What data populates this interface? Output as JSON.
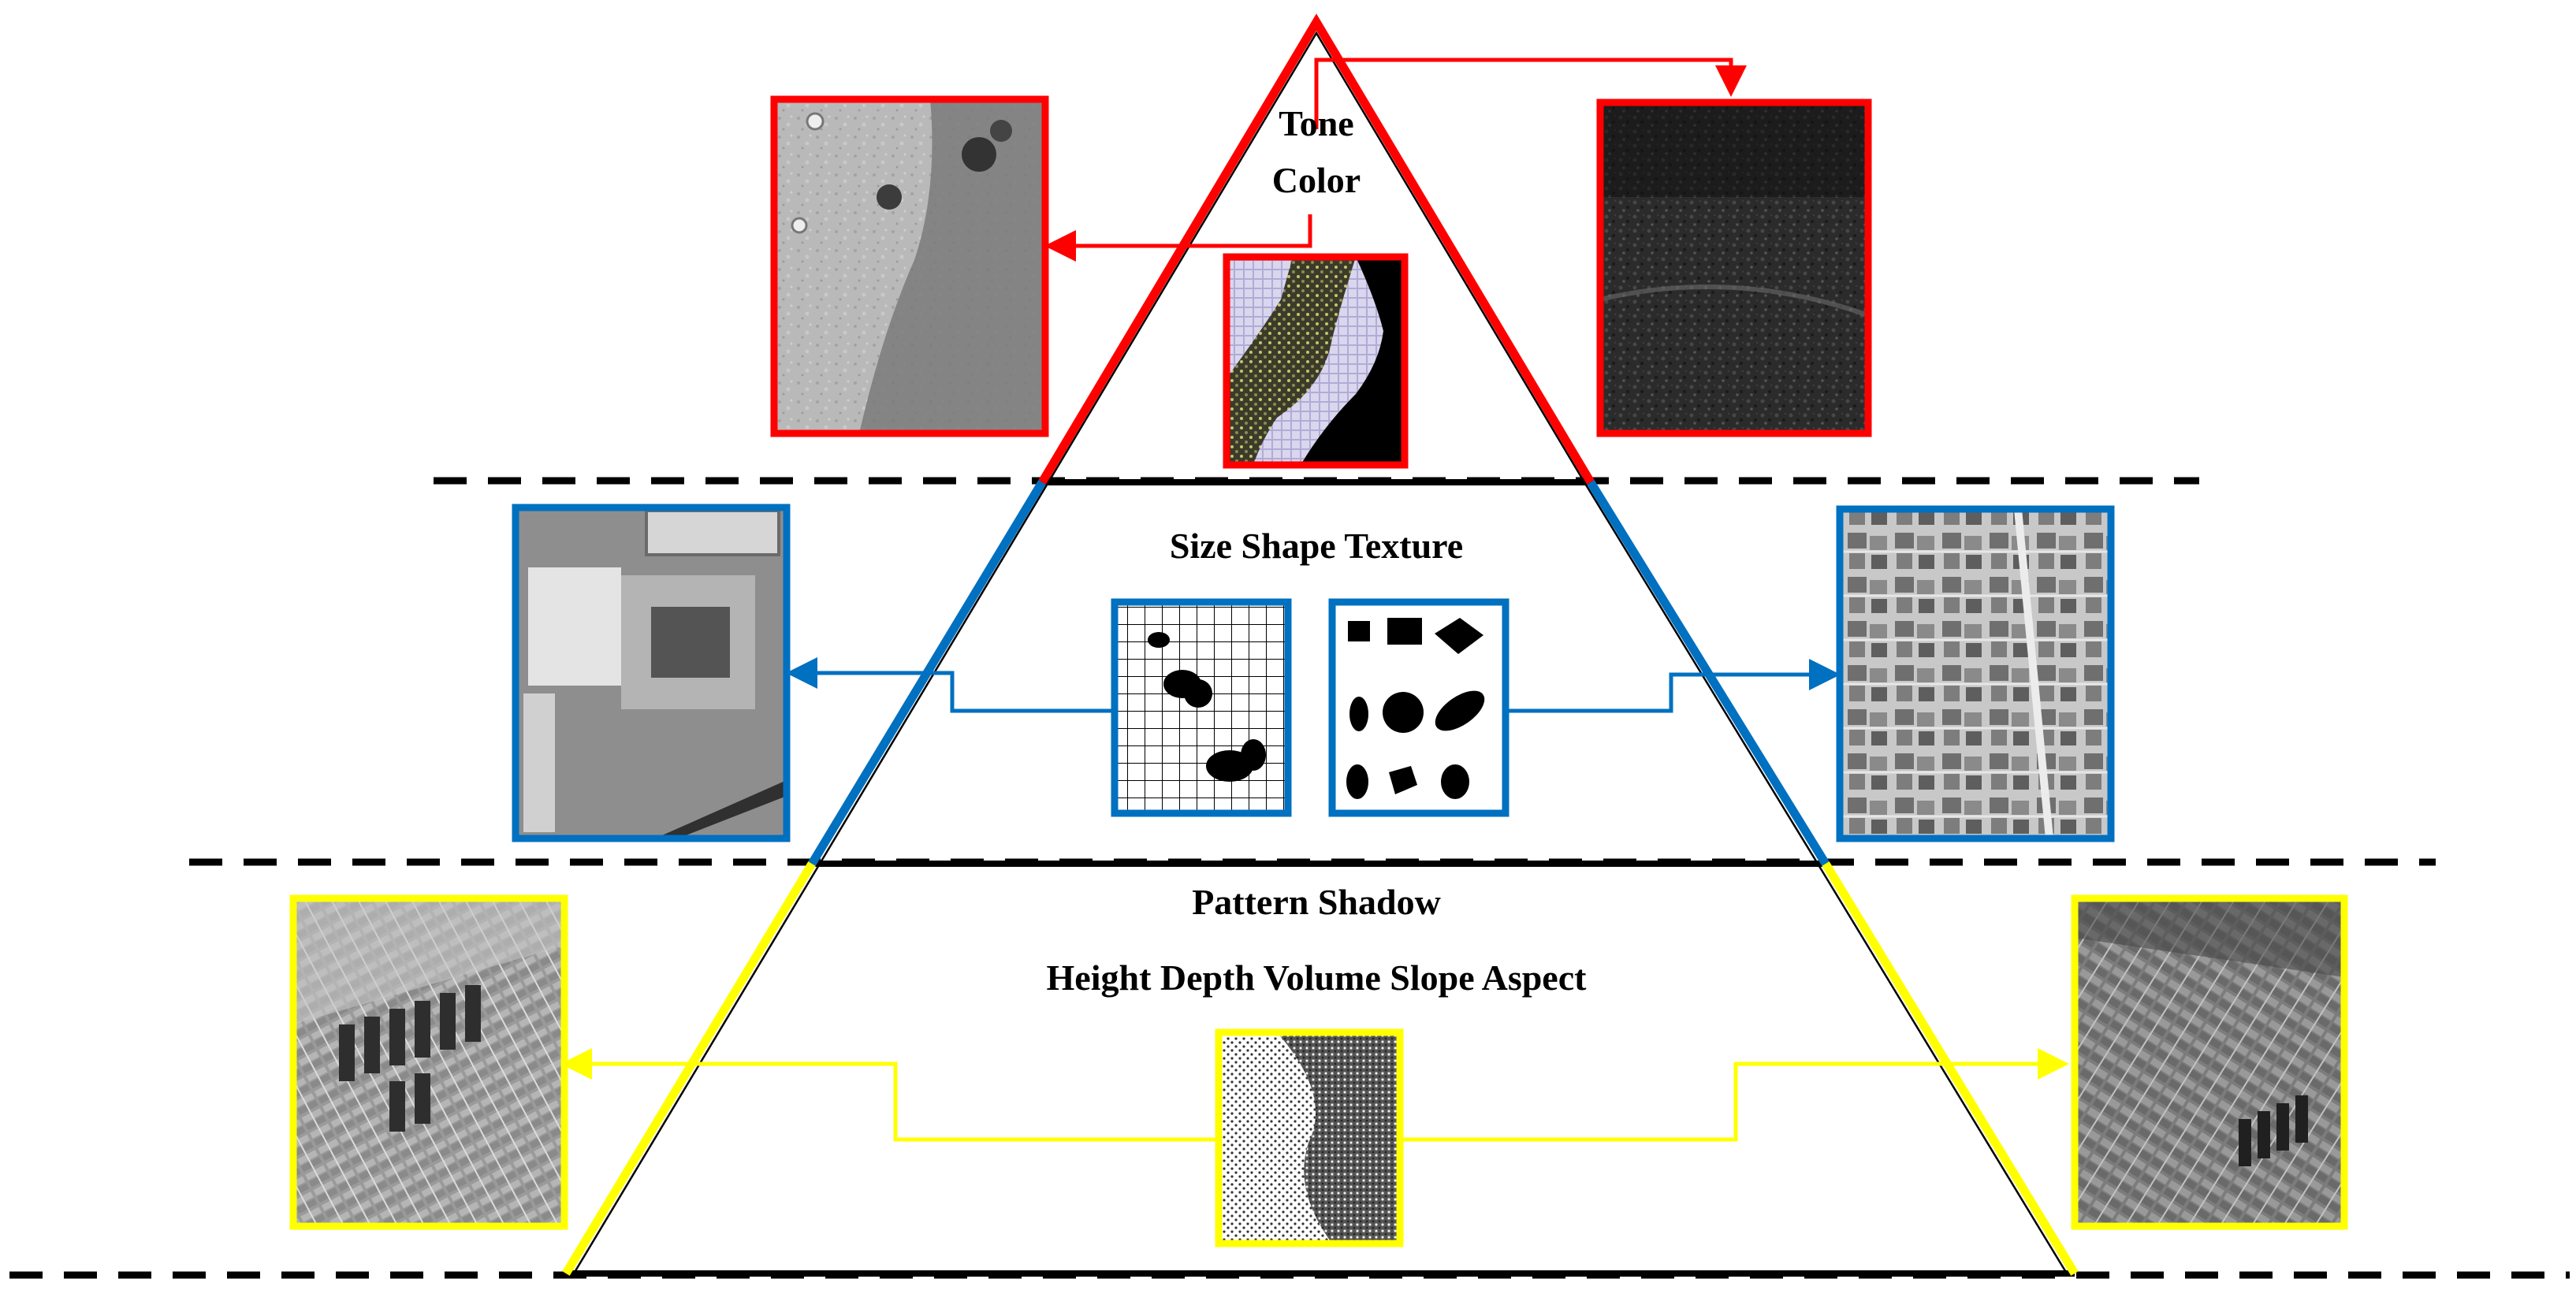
{
  "levels": [
    {
      "id": "tone",
      "labels": [
        "Tone",
        "Color"
      ],
      "color": "#ff0000",
      "photos": [
        "aerial-grayscale-field-photo",
        "dark-textured-aerial-photo"
      ],
      "examples": [
        "stipple-tone-example"
      ]
    },
    {
      "id": "size",
      "labels": [
        "Size Shape Texture"
      ],
      "color": "#0070c0",
      "photos": [
        "aerial-industrial-building-photo",
        "aerial-urban-houses-photo"
      ],
      "examples": [
        "grid-blob-texture-example",
        "black-shapes-example"
      ]
    },
    {
      "id": "pattern",
      "labels": [
        "Pattern Shadow",
        "Height Depth Volume Slope Aspect"
      ],
      "color": "#ffff00",
      "photos": [
        "aerial-field-pattern-photo-left",
        "aerial-field-pattern-photo-right"
      ],
      "examples": [
        "stipple-pattern-example"
      ]
    }
  ],
  "colors": {
    "divider": "#000000",
    "background": "#ffffff"
  }
}
